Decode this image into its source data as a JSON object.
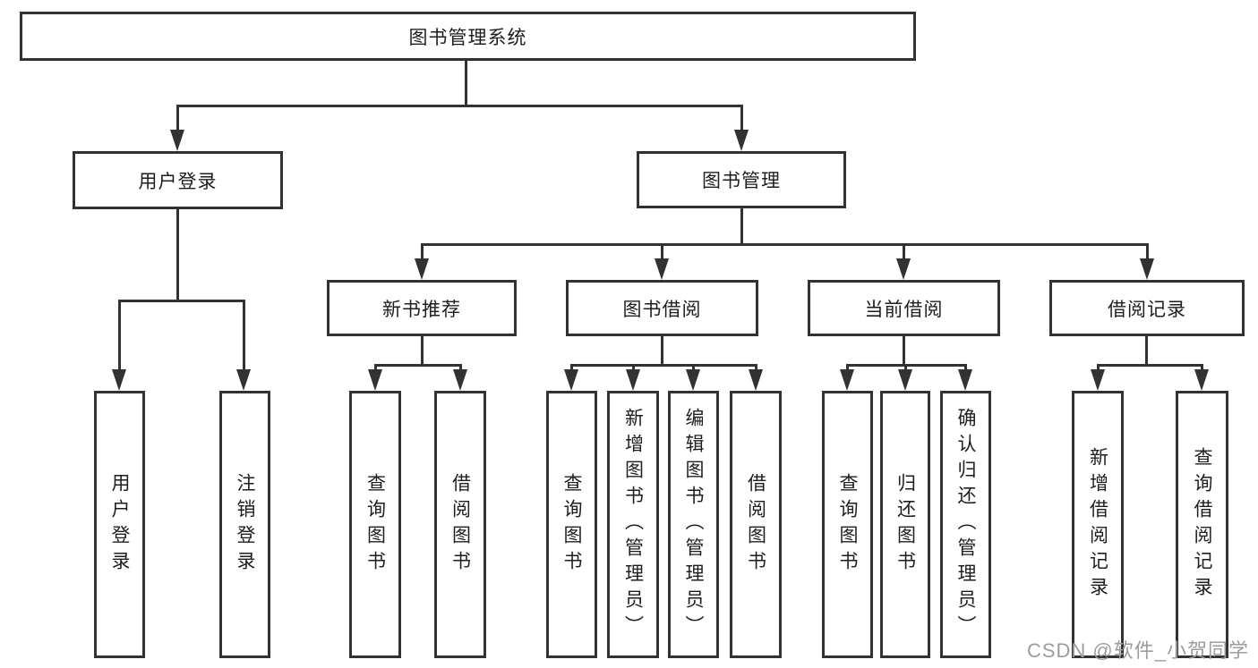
{
  "meta": {
    "diagram_type": "hierarchy-tree",
    "colors": {
      "line": "#323232",
      "box_border": "#323232",
      "box_background": "#ffffff",
      "text": "#1e1e1e",
      "watermark": "#9c9c9c",
      "page_background": "#ffffff"
    }
  },
  "watermark": {
    "text": "CSDN @软件_小贺同学"
  },
  "tree": {
    "root": {
      "label": "图书管理系统"
    },
    "branches": [
      {
        "label": "用户登录",
        "children": [
          {
            "label": "用户登录"
          },
          {
            "label": "注销登录"
          }
        ]
      },
      {
        "label": "图书管理",
        "children": [
          {
            "label": "新书推荐",
            "children": [
              {
                "label": "查询图书"
              },
              {
                "label": "借阅图书"
              }
            ]
          },
          {
            "label": "图书借阅",
            "children": [
              {
                "label": "查询图书"
              },
              {
                "label": "新增图书（管理员）"
              },
              {
                "label": "编辑图书（管理员）"
              },
              {
                "label": "借阅图书"
              }
            ]
          },
          {
            "label": "当前借阅",
            "children": [
              {
                "label": "查询图书"
              },
              {
                "label": "归还图书"
              },
              {
                "label": "确认归还（管理员）"
              }
            ]
          },
          {
            "label": "借阅记录",
            "children": [
              {
                "label": "新增借阅记录"
              },
              {
                "label": "查询借阅记录"
              }
            ]
          }
        ]
      }
    ]
  }
}
